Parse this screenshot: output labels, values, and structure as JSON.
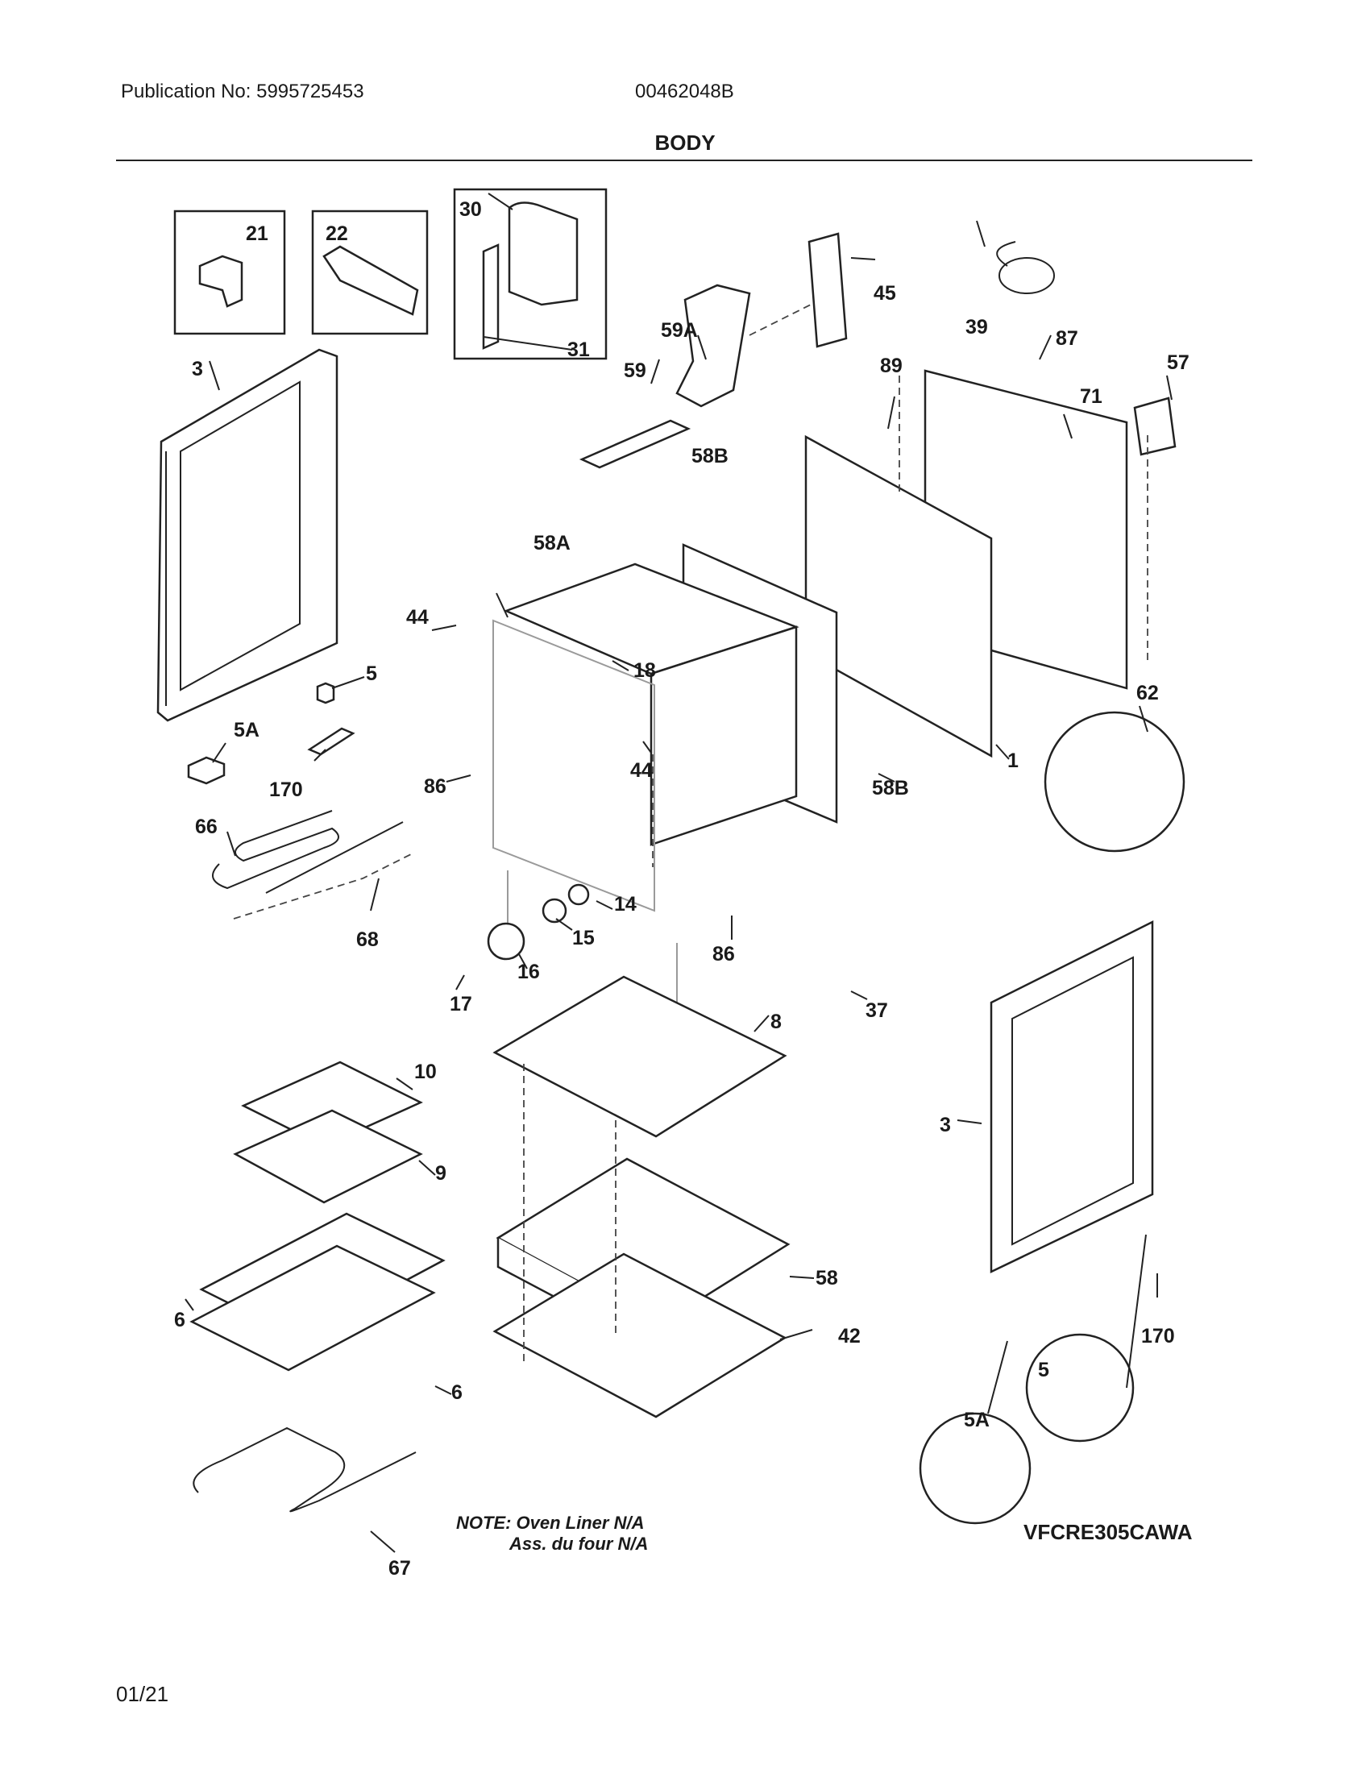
{
  "header": {
    "publication": "Publication No: 5995725453",
    "doc_number": "00462048B",
    "section_title": "BODY"
  },
  "parts": {
    "p21": "21",
    "p22": "22",
    "p30": "30",
    "p31": "31",
    "p3a": "3",
    "p3b": "3",
    "p5": "5",
    "p5z": "5",
    "p5a": "5A",
    "p5az": "5A",
    "p170a": "170",
    "p170b": "170",
    "p66": "66",
    "p68": "68",
    "p59": "59",
    "p59a": "59A",
    "p58b1": "58B",
    "p58b2": "58B",
    "p58a": "58A",
    "p45": "45",
    "p39": "39",
    "p87": "87",
    "p57": "57",
    "p89": "89",
    "p71": "71",
    "p44a": "44",
    "p44b": "44",
    "p18": "18",
    "p86a": "86",
    "p86b": "86",
    "p62": "62",
    "p1": "1",
    "p14": "14",
    "p15": "15",
    "p16": "16",
    "p17": "17",
    "p37": "37",
    "p8": "8",
    "p10": "10",
    "p9": "9",
    "p6a": "6",
    "p6b": "6",
    "p58": "58",
    "p42": "42",
    "p67": "67"
  },
  "note": {
    "line1": "NOTE: Oven Liner N/A",
    "line2": "Ass. du four N/A"
  },
  "model": "VFCRE305CAWA",
  "footer_date": "01/21"
}
